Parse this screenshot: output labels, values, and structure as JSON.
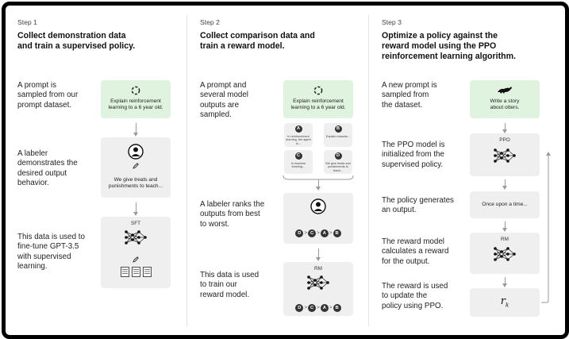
{
  "steps": [
    {
      "step_label": "Step 1",
      "heading_line1": "Collect demonstration data",
      "heading_line2": "and train a supervised policy.",
      "rows": [
        {
          "lines": [
            "A prompt is",
            "sampled from our",
            "prompt dataset."
          ]
        },
        {
          "lines": [
            "A labeler",
            "demonstrates the",
            "desired output",
            "behavior."
          ]
        },
        {
          "lines": [
            "This data is used to",
            "fine-tune GPT-3.5",
            "with supervised",
            "learning."
          ]
        }
      ],
      "prompt_box": {
        "line1": "Explain reinforcement",
        "line2": "learning to a 6 year old."
      },
      "labeler_box": {
        "text": "We give treats and punishments to teach..."
      },
      "model_box": {
        "label": "SFT"
      }
    },
    {
      "step_label": "Step 2",
      "heading_line1": "Collect comparison data and",
      "heading_line2": "train a reward model.",
      "rows": [
        {
          "lines": [
            "A prompt and",
            "several model",
            "outputs are",
            "sampled."
          ]
        },
        {
          "lines": [
            "A labeler ranks the",
            "outputs from best",
            "to worst."
          ]
        },
        {
          "lines": [
            "This data is used",
            "to train our",
            "reward model."
          ]
        }
      ],
      "prompt_box": {
        "line1": "Explain reinforcement",
        "line2": "learning to a 6 year old."
      },
      "outputs": [
        {
          "letter": "A",
          "text": "In reinforcement learning, the agent is..."
        },
        {
          "letter": "B",
          "text": "Explain rewards..."
        },
        {
          "letter": "C",
          "text": "In machine learning..."
        },
        {
          "letter": "D",
          "text": "We give treats and punishments to teach..."
        }
      ],
      "ranking": [
        "D",
        "C",
        "A",
        "B"
      ],
      "rm_box": {
        "label": "RM"
      }
    },
    {
      "step_label": "Step 3",
      "heading_line1": "Optimize a policy against the",
      "heading_line2": "reward model using the PPO",
      "heading_line3": "reinforcement learning algorithm.",
      "rows": [
        {
          "lines": [
            "A new prompt is",
            "sampled from",
            "the dataset."
          ]
        },
        {
          "lines": [
            "The PPO model is",
            "initialized from the",
            "supervised policy."
          ]
        },
        {
          "lines": [
            "The policy generates",
            "an output."
          ]
        },
        {
          "lines": [
            "The reward model",
            "calculates a reward",
            "for the output."
          ]
        },
        {
          "lines": [
            "The reward is used",
            "to update the",
            "policy using PPO."
          ]
        }
      ],
      "prompt_box": {
        "line1": "Write a story",
        "line2": "about otters."
      },
      "ppo_box": {
        "label": "PPO"
      },
      "output_box": {
        "text": "Once upon a time..."
      },
      "rm_box": {
        "label": "RM"
      },
      "reward_symbol": "r",
      "reward_subscript": "k"
    }
  ],
  "icons": [
    "recycle-icon",
    "user-icon",
    "pencil-icon",
    "document-icon",
    "neural-network-icon",
    "otter-icon",
    "loop-arrow-icon"
  ],
  "colors": {
    "prompt_box": "#dff3df",
    "box": "#efefef",
    "frame": "#000000"
  }
}
